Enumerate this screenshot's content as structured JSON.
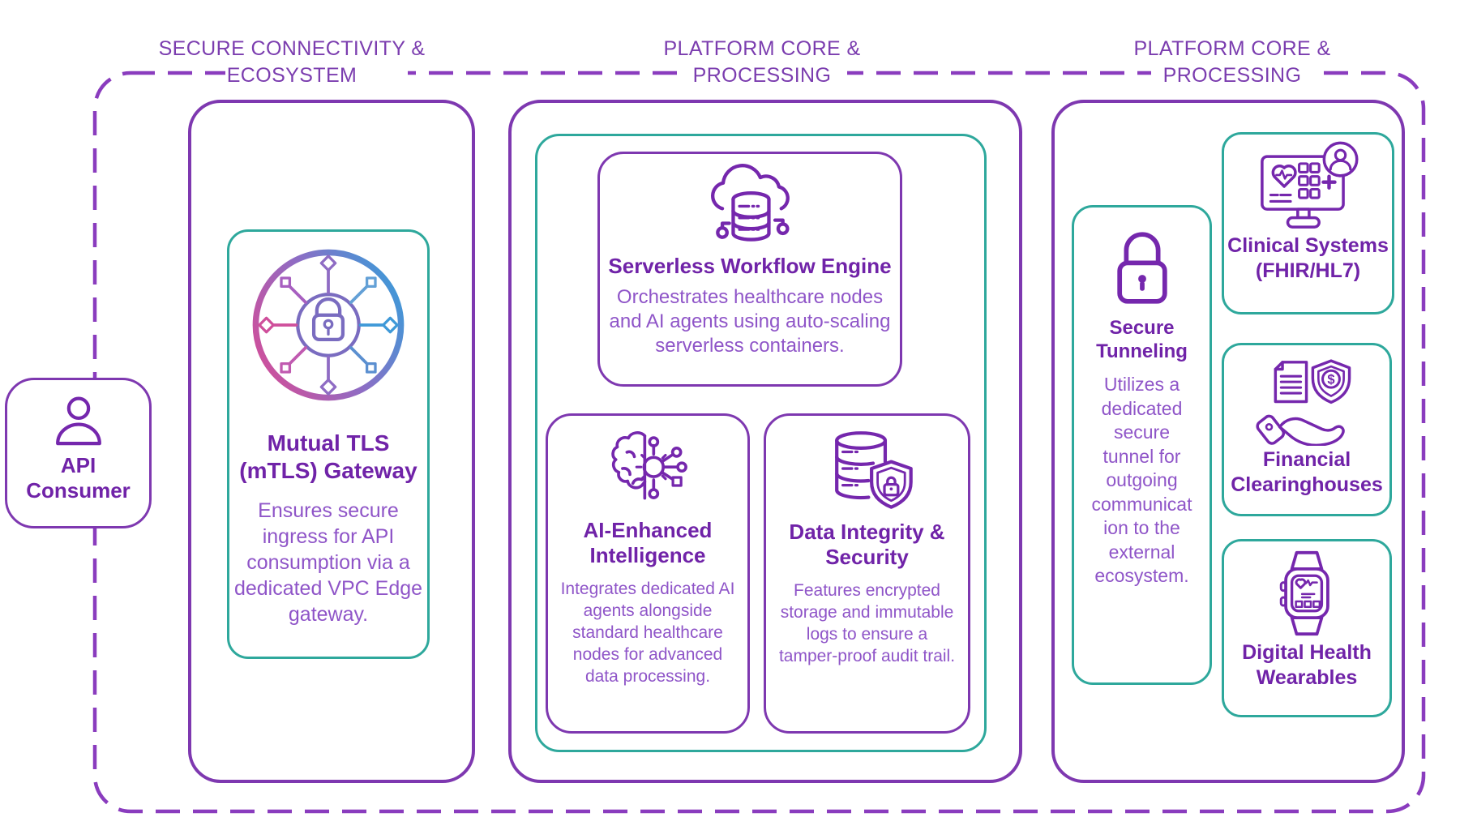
{
  "colors": {
    "purple_border": "#7e38b0",
    "dashed_border": "#8a3cbe",
    "teal_border": "#2ea89c",
    "title_text": "#7023a8",
    "body_text": "#8f55c8",
    "header_text": "#7b3daf",
    "icon_stroke": "#7527ad",
    "gradient_pink": "#cf4f9b",
    "gradient_blue": "#3f99d8"
  },
  "headers": {
    "left": "SECURE CONNECTIVITY & ECOSYSTEM",
    "middle": "PLATFORM CORE & PROCESSING",
    "right": "PLATFORM CORE & PROCESSING"
  },
  "api_consumer": {
    "label": "API Consumer",
    "icon": "person-icon"
  },
  "gateway_card": {
    "title": "Mutual TLS (mTLS) Gateway",
    "description": "Ensures secure ingress for API consumption via a dedicated VPC Edge gateway.",
    "icon": "mtls-network-lock-icon"
  },
  "core_cards": {
    "serverless": {
      "title": "Serverless Workflow Engine",
      "description": "Orchestrates healthcare nodes and AI agents using auto-scaling serverless containers.",
      "icon": "cloud-database-icon"
    },
    "ai": {
      "title": "AI-Enhanced Intelligence",
      "description": "Integrates dedicated AI agents alongside standard healthcare nodes for advanced data processing.",
      "icon": "brain-circuit-icon"
    },
    "data": {
      "title": "Data Integrity & Security",
      "description": "Features encrypted storage and immutable logs to ensure a tamper-proof audit trail.",
      "icon": "database-shield-icon"
    }
  },
  "external_cards": {
    "tunneling": {
      "title": "Secure Tunneling",
      "description": "Utilizes a dedicated secure tunnel for outgoing communication to the external ecosystem.",
      "icon": "padlock-icon"
    },
    "clinical": {
      "title": "Clinical Systems (FHIR/HL7)",
      "icon": "clinical-monitor-icon"
    },
    "financial": {
      "title": "Financial Clearinghouses",
      "icon": "financial-clearinghouse-icon",
      "currency_symbol": "$"
    },
    "wearables": {
      "title": "Digital Health Wearables",
      "icon": "smartwatch-icon"
    }
  }
}
